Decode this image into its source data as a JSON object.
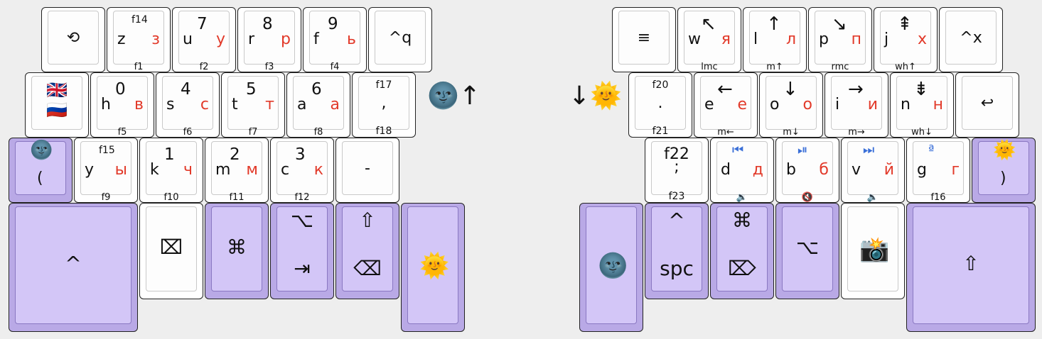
{
  "rows": {
    "left_r1": [
      {
        "main": "⟲"
      },
      {
        "base": "z",
        "top": "f14",
        "ru": "з",
        "bottom": "f1"
      },
      {
        "base": "u",
        "top": "7",
        "ru": "у",
        "bottom": "f2"
      },
      {
        "base": "r",
        "top": "8",
        "ru": "р",
        "bottom": "f3"
      },
      {
        "base": "f",
        "top": "9",
        "ru": "ь",
        "bottom": "f4"
      },
      {
        "main": "^q"
      }
    ],
    "left_r2": [
      {
        "flag_top": "🇬🇧",
        "flag_bottom": "🇷🇺"
      },
      {
        "base": "h",
        "top": "0",
        "ru": "в",
        "bottom": "f5"
      },
      {
        "base": "s",
        "top": "4",
        "ru": "с",
        "bottom": "f6"
      },
      {
        "base": "t",
        "top": "5",
        "ru": "т",
        "bottom": "f7"
      },
      {
        "base": "a",
        "top": "6",
        "ru": "а",
        "bottom": "f8"
      },
      {
        "top": "f17",
        "main": ",",
        "bottom": "f18"
      }
    ],
    "left_r3": [
      {
        "emoji": "🌚",
        "main": "("
      },
      {
        "base": "y",
        "top": "f15",
        "ru": "ы",
        "bottom": "f9"
      },
      {
        "base": "k",
        "top": "1",
        "ru": "ч",
        "bottom": "f10"
      },
      {
        "base": "m",
        "top": "2",
        "ru": "м",
        "bottom": "f11"
      },
      {
        "base": "c",
        "top": "3",
        "ru": "к",
        "bottom": "f12"
      },
      {
        "main": "-"
      }
    ],
    "left_thumbs": [
      {
        "main": "^"
      },
      {
        "main": "⌧"
      },
      {
        "main": "⌘"
      },
      {
        "top": "⌥",
        "bottom": "⇥"
      },
      {
        "top": "⇧",
        "bottom": "⌫"
      },
      {
        "emoji": "🌞"
      }
    ],
    "right_r1": [
      {
        "main": "≡"
      },
      {
        "base": "w",
        "arrow": "↖",
        "ru": "я",
        "bottom": "lmc"
      },
      {
        "base": "l",
        "arrow": "↑",
        "ru": "л",
        "bottom": "m↑"
      },
      {
        "base": "p",
        "arrow": "↘",
        "ru": "п",
        "bottom": "rmc"
      },
      {
        "base": "j",
        "arrow": "⇞",
        "ru": "х",
        "bottom": "wh↑"
      },
      {
        "main": "^x"
      }
    ],
    "right_r2": [
      {
        "top": "f20",
        "main": ".",
        "bottom": "f21"
      },
      {
        "base": "e",
        "arrow": "←",
        "ru": "е",
        "bottom": "m←"
      },
      {
        "base": "o",
        "arrow": "↓",
        "ru": "о",
        "bottom": "m↓"
      },
      {
        "base": "i",
        "arrow": "→",
        "ru": "и",
        "bottom": "m→"
      },
      {
        "base": "n",
        "arrow": "⇟",
        "ru": "н",
        "bottom": "wh↓"
      },
      {
        "main": "↩"
      }
    ],
    "right_r3": [
      {
        "main": "f22",
        "sub": ";",
        "bottom": "f23"
      },
      {
        "base": "d",
        "media": "⏮",
        "ru": "д",
        "bottom": "🔉"
      },
      {
        "base": "b",
        "media": "⏯",
        "ru": "б",
        "bottom": "🔇"
      },
      {
        "base": "v",
        "media": "⏭",
        "ru": "й",
        "bottom": "🔈"
      },
      {
        "base": "g",
        "media": "ª",
        "ru": "г",
        "bottom": "f16"
      },
      {
        "emoji": "🌞",
        "main": ")"
      }
    ],
    "right_thumbs": [
      {
        "emoji": "🌚"
      },
      {
        "top": "^",
        "bottom": "spc"
      },
      {
        "top": "⌘",
        "bottom": "⌦"
      },
      {
        "main": "⌥"
      },
      {
        "emoji": "📸"
      },
      {
        "main": "⇧"
      }
    ]
  },
  "floating": {
    "left": "🌚↑",
    "right": "↓🌞"
  }
}
